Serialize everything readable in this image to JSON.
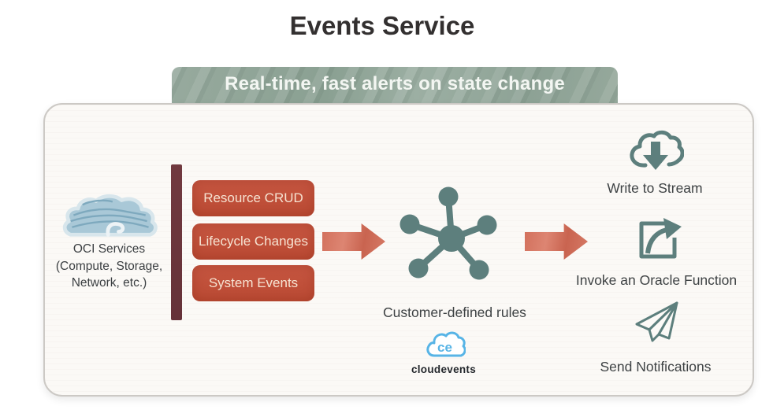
{
  "slide": {
    "title": "Events Service",
    "banner_text": "Real-time, fast alerts on state change"
  },
  "colors": {
    "banner_green": "#93a79b",
    "panel_gray": "#dcdad5",
    "button_red": "#c0523a",
    "arrow_salmon": "#d4715e",
    "bar_maroon": "#6d3840",
    "icon_teal": "#5d7f7d",
    "logo_blue": "#57b4e6"
  },
  "diagram": {
    "source": {
      "icon": "oci-cloud-icon",
      "label_lines": [
        "OCI Services",
        "(Compute, Storage,",
        "Network, etc.)"
      ]
    },
    "event_types": [
      "Resource CRUD",
      "Lifecycle Changes",
      "System Events"
    ],
    "rules": {
      "icon": "hub-icon",
      "label": "Customer-defined rules",
      "logo": {
        "icon": "cloudevents-logo",
        "text": "cloudevents",
        "monogram": "ce"
      }
    },
    "outputs": [
      {
        "icon": "cloud-download-icon",
        "label": "Write to Stream"
      },
      {
        "icon": "export-arrow-icon",
        "label": "Invoke an Oracle Function"
      },
      {
        "icon": "paper-plane-icon",
        "label": "Send Notifications"
      }
    ]
  }
}
